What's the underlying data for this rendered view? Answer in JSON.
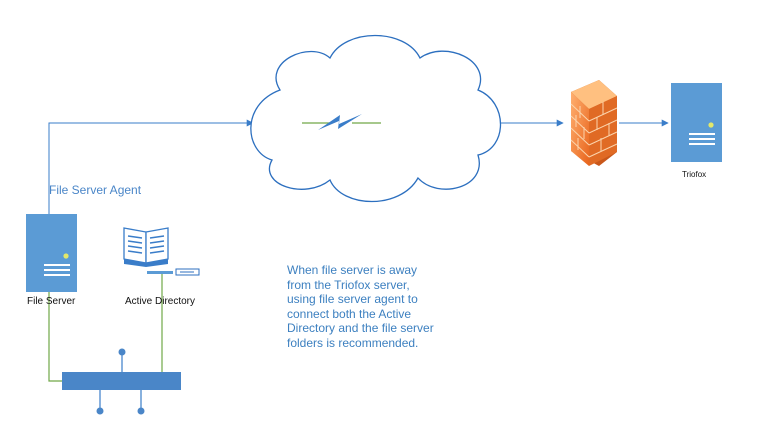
{
  "labels": {
    "agent": "File Server Agent",
    "file_server": "File Server",
    "active_directory": "Active Directory",
    "triofox": "Triofox"
  },
  "note_lines": [
    "When file server is away",
    "from the Triofox server,",
    "using file server agent to",
    "connect both the Active",
    "Directory and the file server",
    "folders is recommended."
  ],
  "colors": {
    "connector": "#3a7dc9",
    "local_link": "#70a848",
    "server": "#5b9bd5",
    "cloud_stroke": "#2c6fbf",
    "firewall": "#f28a3a",
    "note_text": "#3d80c0"
  },
  "icons": {
    "cloud": "cloud-icon",
    "lightning": "lightning-icon",
    "firewall": "firewall-icon",
    "server": "server-icon",
    "directory": "book-icon",
    "switch": "hub-icon"
  }
}
